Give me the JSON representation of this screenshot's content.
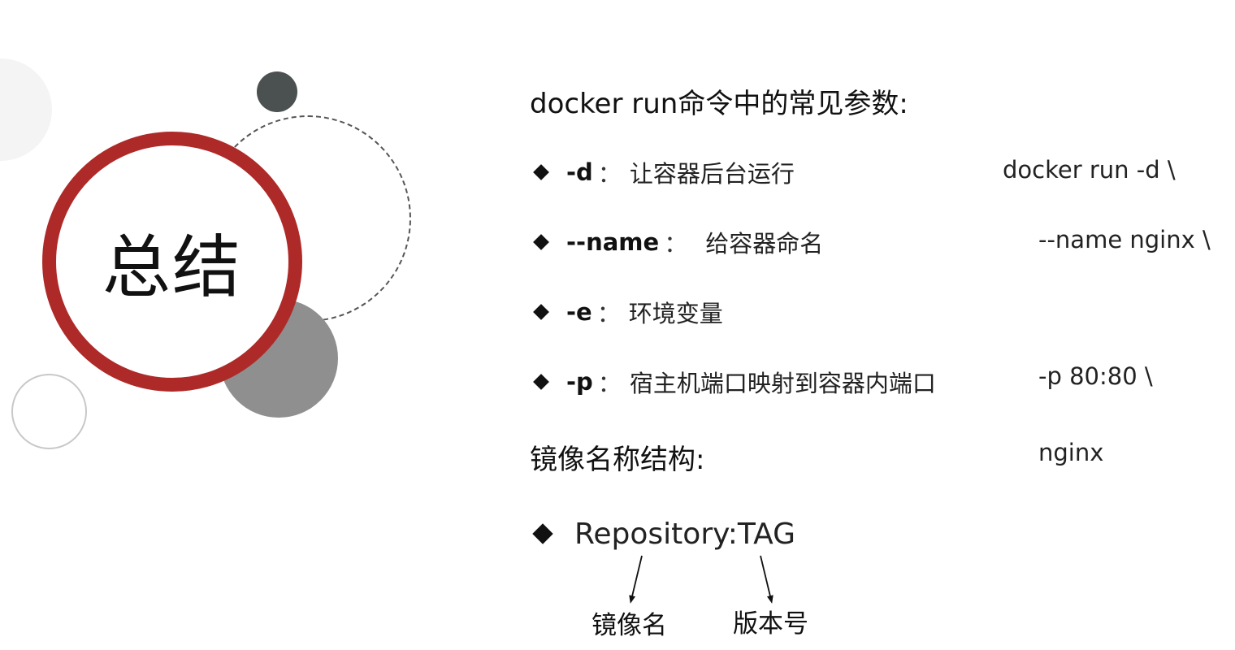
{
  "title": "总结",
  "run_section": {
    "heading": "docker run命令中的常见参数:",
    "params": [
      {
        "flag": "-d",
        "colon": "：",
        "desc": "让容器后台运行",
        "cmd": "docker run -d \\"
      },
      {
        "flag": "--name",
        "colon": "：",
        "desc": "给容器命名",
        "cmd": "--name nginx \\"
      },
      {
        "flag": "-e",
        "colon": "：",
        "desc": "环境变量",
        "cmd": ""
      },
      {
        "flag": "-p",
        "colon": "：",
        "desc": "宿主机端口映射到容器内端口",
        "cmd": "-p 80:80 \\"
      }
    ]
  },
  "image_section": {
    "heading": "镜像名称结构:",
    "cmd": "nginx",
    "structure": "Repository:TAG",
    "repo_label": "镜像名",
    "tag_label": "版本号"
  }
}
